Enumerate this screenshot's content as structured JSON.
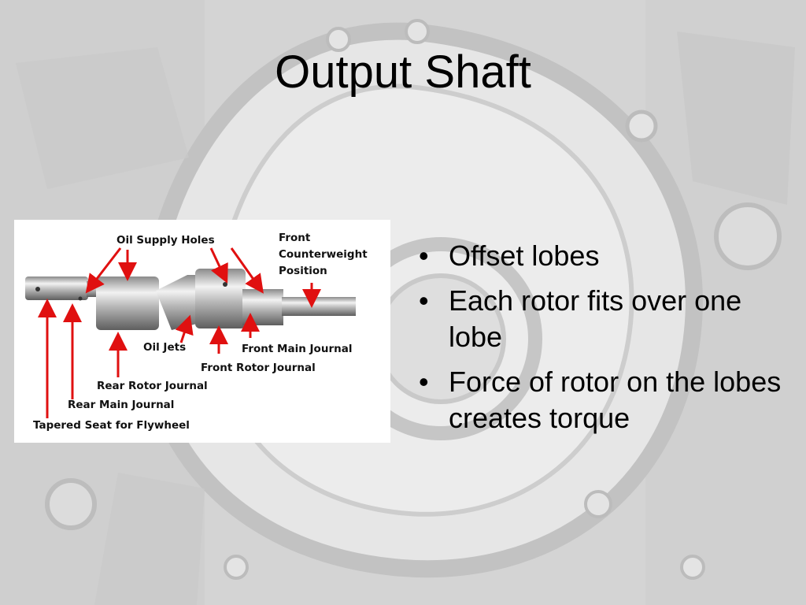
{
  "slide": {
    "title": "Output Shaft",
    "bullets": [
      "Offset lobes",
      "Each rotor fits over one lobe",
      "Force of rotor on the lobes creates torque"
    ],
    "bullet_char": "•"
  },
  "figure": {
    "labels": {
      "oil_supply_holes": "Oil Supply Holes",
      "front_cw_line1": "Front",
      "front_cw_line2": "Counterweight",
      "front_cw_line3": "Position",
      "oil_jets": "Oil Jets",
      "front_main_journal": "Front Main Journal",
      "front_rotor_journal": "Front Rotor Journal",
      "rear_rotor_journal": "Rear Rotor Journal",
      "rear_main_journal": "Rear Main Journal",
      "tapered_seat": "Tapered Seat for Flywheel"
    },
    "arrow_color": "#e01010"
  }
}
